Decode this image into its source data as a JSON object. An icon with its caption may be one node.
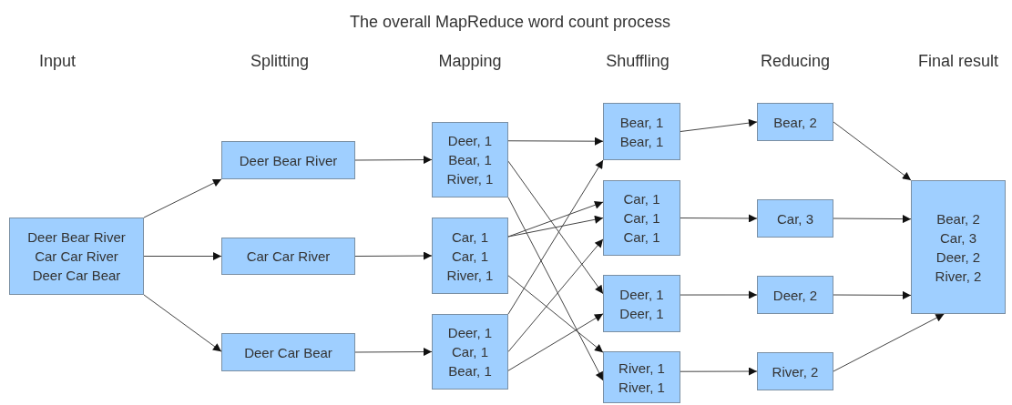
{
  "diagram": {
    "title": "The overall MapReduce word count process",
    "nodes": [
      {
        "text": [
          "Deer Bear River",
          "Car Car River",
          "Deer Car Bear"
        ]
      },
      {
        "text": [
          "Deer Bear River"
        ]
      },
      {
        "text": [
          "Car Car River"
        ]
      },
      {
        "text": [
          "Deer Car Bear"
        ]
      },
      {
        "text": [
          "Deer, 1",
          "Bear, 1",
          "River, 1"
        ]
      },
      {
        "text": [
          "Car, 1",
          "Car, 1",
          "River, 1"
        ]
      },
      {
        "text": [
          "Deer, 1",
          "Car, 1",
          "Bear, 1"
        ]
      },
      {
        "text": [
          "Bear, 1",
          "Bear, 1"
        ]
      },
      {
        "text": [
          "Car, 1",
          "Car, 1",
          "Car, 1"
        ]
      },
      {
        "text": [
          "Deer, 1",
          "Deer, 1"
        ]
      },
      {
        "text": [
          "River, 1",
          "River, 1"
        ]
      },
      {
        "text": [
          "Bear, 2"
        ]
      },
      {
        "text": [
          "Car, 3"
        ]
      },
      {
        "text": [
          "Deer, 2"
        ]
      },
      {
        "text": [
          "River, 2"
        ]
      },
      {
        "text": [
          "Bear, 2",
          "Car, 3",
          "Deer, 2",
          "River, 2"
        ]
      }
    ],
    "edges": [
      {
        "from": 0,
        "to": 1,
        "arrow": "to"
      },
      {
        "from": 0,
        "to": 2,
        "arrow": "to"
      },
      {
        "from": 0,
        "to": 3,
        "arrow": "to"
      },
      {
        "from": 1,
        "to": 4,
        "arrow": "to"
      },
      {
        "from": 2,
        "to": 5,
        "arrow": "to"
      },
      {
        "from": 3,
        "to": 6,
        "arrow": "to"
      },
      {
        "from": 4,
        "to": 7,
        "arrow": "to"
      },
      {
        "from": 4,
        "to": 9,
        "arrow": "to"
      },
      {
        "from": 4,
        "to": 10,
        "arrow": "to"
      },
      {
        "from": 5,
        "to": 8,
        "arrow": "to"
      },
      {
        "from": 5,
        "to": 8,
        "arrow": "to"
      },
      {
        "from": 5,
        "to": 10,
        "arrow": "to"
      },
      {
        "from": 6,
        "to": 7,
        "arrow": "to"
      },
      {
        "from": 6,
        "to": 8,
        "arrow": "to"
      },
      {
        "from": 6,
        "to": 9,
        "arrow": "to"
      },
      {
        "from": 7,
        "to": 11,
        "arrow": "to"
      },
      {
        "from": 8,
        "to": 12,
        "arrow": "to"
      },
      {
        "from": 9,
        "to": 13,
        "arrow": "to"
      },
      {
        "from": 10,
        "to": 14,
        "arrow": "to"
      },
      {
        "from": 11,
        "to": 15,
        "arrow": "to"
      },
      {
        "from": 12,
        "to": 15,
        "arrow": "to"
      },
      {
        "from": 13,
        "to": 15,
        "arrow": "to"
      },
      {
        "from": 14,
        "to": 15,
        "arrow": "to"
      }
    ],
    "labels": [
      "Input",
      "Splitting",
      "Mapping",
      "Shuffling",
      "Reducing",
      "Final result"
    ]
  }
}
